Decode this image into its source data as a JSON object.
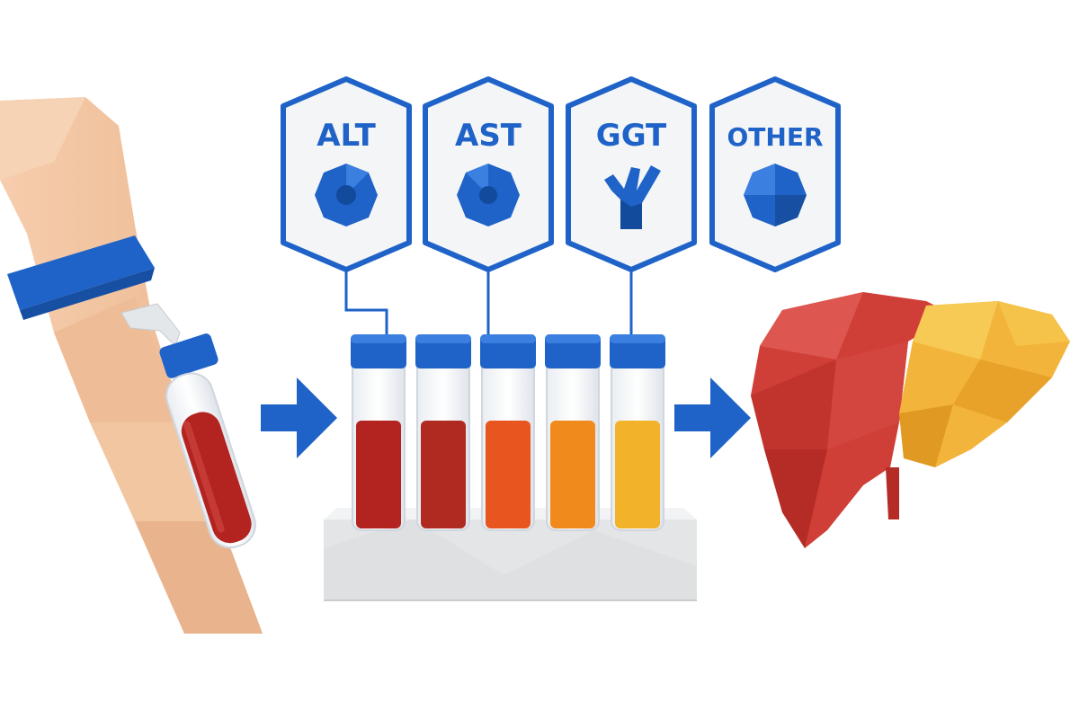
{
  "labels": {
    "alt": "ALT",
    "ast": "AST",
    "ggt": "GGT",
    "other": "OTHER"
  },
  "colors": {
    "brand_blue": "#1f63c8",
    "hex_fill": "#f4f5f7",
    "skin": "#f2c7a5",
    "blood_dark": "#b3231f",
    "blood_orange": "#e8551e",
    "blood_amber": "#f08a1c",
    "blood_yellow": "#f2b32a",
    "liver_red": "#cf3f38",
    "liver_yellow": "#f2b43a",
    "rack_gray": "#e4e5e7"
  },
  "icons": {
    "alt": "hepatocyte-icon",
    "ast": "mitochondria-icon",
    "ggt": "bile-duct-icon",
    "other": "polygon-cell-icon"
  }
}
